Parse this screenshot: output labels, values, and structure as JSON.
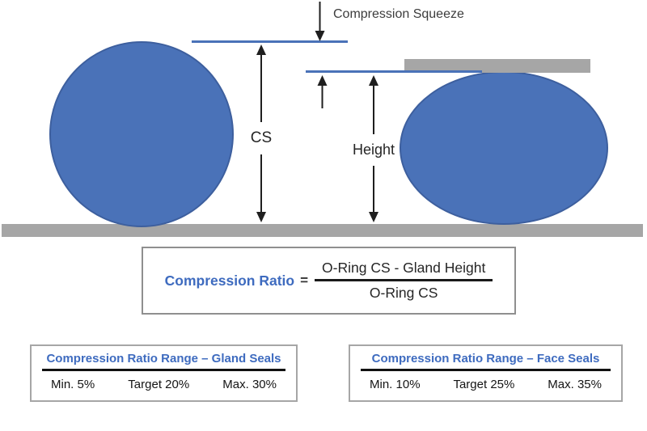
{
  "colors": {
    "oring_blue": "#4a72b8",
    "gland_gray": "#a6a6a6",
    "heading_blue": "#3e6bbf",
    "ink": "#262626"
  },
  "diagram": {
    "compression_squeeze_label": "Compression Squeeze",
    "cs_label": "CS",
    "height_label": "Height"
  },
  "formula": {
    "label": "Compression Ratio",
    "equals": "=",
    "numerator": "O-Ring CS - Gland Height",
    "denominator": "O-Ring CS"
  },
  "tables": [
    {
      "title": "Compression Ratio Range – Gland Seals",
      "values": [
        "Min. 5%",
        "Target 20%",
        "Max. 30%"
      ]
    },
    {
      "title": "Compression Ratio Range – Face Seals",
      "values": [
        "Min. 10%",
        "Target 25%",
        "Max. 35%"
      ]
    }
  ]
}
